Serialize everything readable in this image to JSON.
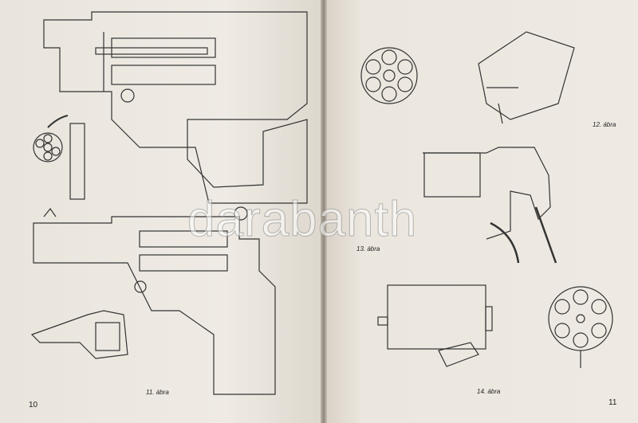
{
  "left_page": {
    "page_number": "10",
    "caption": "11. ábra"
  },
  "right_page": {
    "page_number": "11",
    "captions": [
      "12. ábra",
      "13. ábra",
      "14. ábra"
    ]
  },
  "watermark": "darabanth"
}
